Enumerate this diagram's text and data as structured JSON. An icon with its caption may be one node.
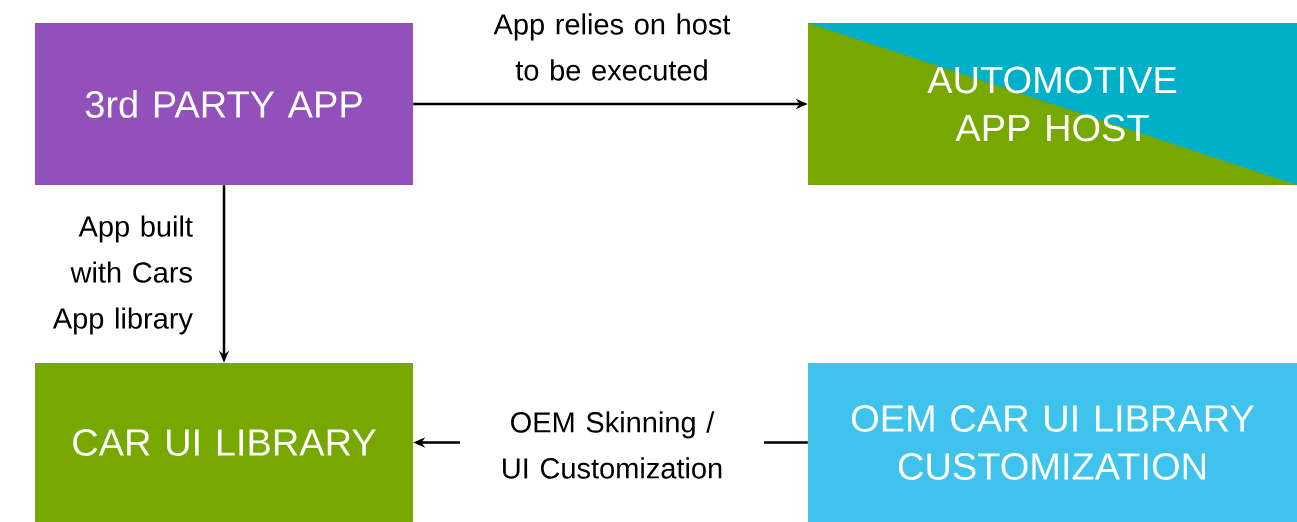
{
  "diagram": {
    "nodes": [
      {
        "text": [
          "3rd PARTY APP"
        ]
      },
      {
        "text": [
          "AUTOMOTIVE APP HOST"
        ]
      },
      {
        "text": [
          "CAR UI LIBRARY"
        ]
      },
      {
        "text": [
          "OEM CAR UI LIBRARY CUSTOMIZATION"
        ]
      }
    ],
    "edges": [
      {
        "from": 0,
        "to": 1,
        "arrow": "to",
        "label": "App relies on host to be executed"
      },
      {
        "from": 0,
        "to": 2,
        "arrow": "to",
        "label": "App built with Cars App library"
      },
      {
        "from": 3,
        "to": 2,
        "arrow": "to",
        "label": "OEM Skinning / UI Customization"
      }
    ]
  }
}
